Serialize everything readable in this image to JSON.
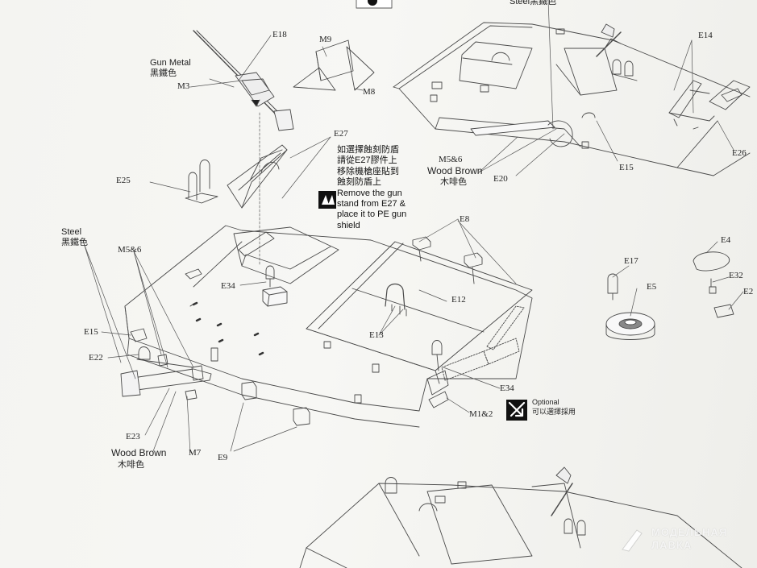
{
  "labels": {
    "steel_top": "Steel黑鐵色",
    "e18": "E18",
    "m9": "M9",
    "gun_metal": "Gun Metal",
    "gun_metal_cn": "黑鐵色",
    "m3": "M3",
    "m8": "M8",
    "e27": "E27",
    "e14": "E14",
    "e26": "E26",
    "e15_top": "E15",
    "m5_6_top": "M5&6",
    "wood_brown_top": "Wood Brown",
    "wood_brown_top_cn": "木啡色",
    "e20": "E20",
    "e25": "E25",
    "e8": "E8",
    "steel_left": "Steel",
    "steel_left_cn": "黑鐵色",
    "m5_6_left": "M5&6",
    "e34_a": "E34",
    "e12": "E12",
    "e13": "E13",
    "e15_left": "E15",
    "e22": "E22",
    "e23": "E23",
    "wood_brown_bottom": "Wood Brown",
    "wood_brown_bottom_cn": "木啡色",
    "m7": "M7",
    "e9": "E9",
    "e34_b": "E34",
    "m1_2": "M1&2",
    "e17": "E17",
    "e5": "E5",
    "e4": "E4",
    "e32": "E32",
    "e2_partial": "E2"
  },
  "notes": {
    "remove_gun_cn_1": "如選擇蝕刻防盾",
    "remove_gun_cn_2": "請從E27膠件上",
    "remove_gun_cn_3": "移除機槍座貼到",
    "remove_gun_cn_4": "蝕刻防盾上",
    "remove_gun_en_1": "Remove the gun",
    "remove_gun_en_2": "stand from E27 &",
    "remove_gun_en_3": "place it to PE gun",
    "remove_gun_en_4": "shield",
    "optional_en": "Optional",
    "optional_cn": "可以選擇採用"
  },
  "watermark": {
    "line1": "МОДЕЛЬНАЯ",
    "line2": "ЛАВКА"
  },
  "icons": {
    "cut_icon": "cut-remove-icon",
    "optional_icon": "optional-arrows-icon",
    "dot_icon": "black-dot-icon",
    "watermark_logo": "watermark-logo-icon"
  }
}
